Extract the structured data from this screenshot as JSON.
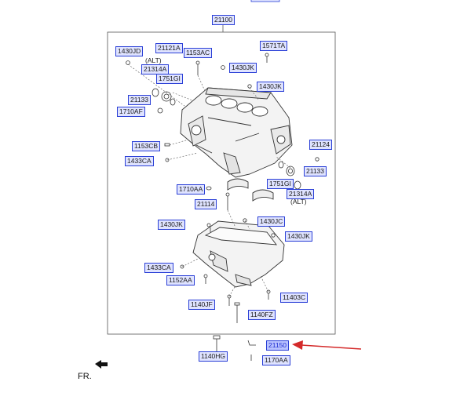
{
  "labels": {
    "l21100": "21100",
    "l1430JD": "1430JD",
    "l21121A": "21121A",
    "l1153AC": "1153AC",
    "l1571TA": "1571TA",
    "l21314A_a": "21314A",
    "l1430JK_a": "1430JK",
    "l1751GI_a": "1751GI",
    "l1430JK_b": "1430JK",
    "l21133_a": "21133",
    "l1710AF": "1710AF",
    "l1153CB": "1153CB",
    "l21124": "21124",
    "l1433CA_a": "1433CA",
    "l21133_b": "21133",
    "l1751GI_b": "1751GI",
    "l21314A_b": "21314A",
    "l1710AA": "1710AA",
    "l21114": "21114",
    "l1430JC": "1430JC",
    "l1430JK_c": "1430JK",
    "l1430JK_d": "1430JK",
    "l1433CA_b": "1433CA",
    "l1152AA": "1152AA",
    "l11403C": "11403C",
    "l1140JF": "1140JF",
    "l1140FZ": "1140FZ",
    "l21150": "21150",
    "l1140HG": "1140HG",
    "l1170AA": "1170AA"
  },
  "alt_a": "(ALT)",
  "alt_b": "(ALT)",
  "front_label": "FR.",
  "colors": {
    "label_border": "#2a3fd6",
    "label_fill": "#dfe3ff",
    "highlight_fill": "#b9c3ff",
    "arrow": "#d42a2a"
  }
}
